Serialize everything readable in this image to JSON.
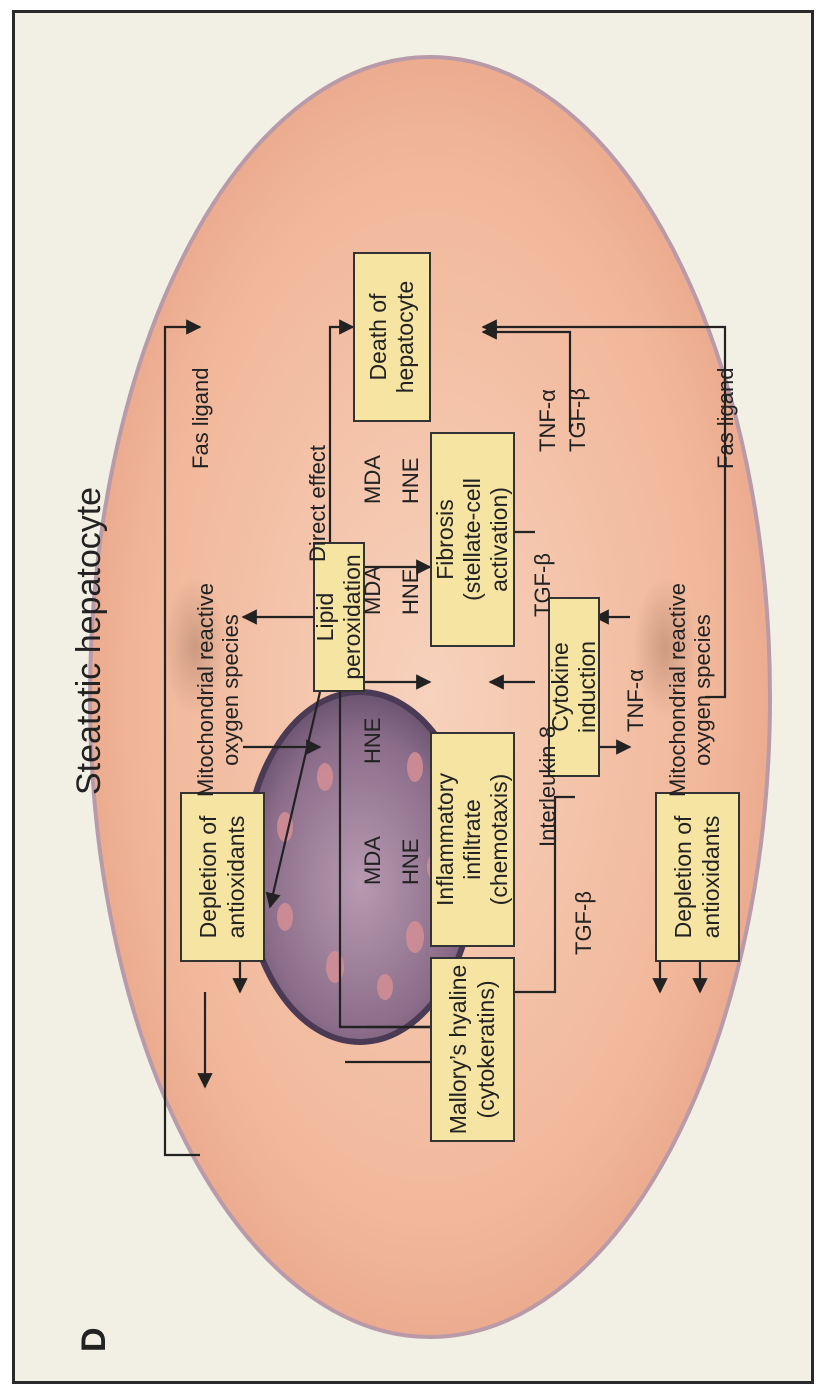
{
  "panel_label": "D",
  "title": "Steatotic hepatocyte",
  "boxes": {
    "depletion_top": [
      "Depletion of",
      "antioxidants"
    ],
    "lipid_peroxidation": "Lipid peroxidation",
    "death": [
      "Death of",
      "hepatocyte"
    ],
    "mallory": [
      "Mallory’s hyaline",
      "(cytokeratins)"
    ],
    "inflammatory": [
      "Inflammatory infiltrate",
      "(chemotaxis)"
    ],
    "fibrosis": [
      "Fibrosis",
      "(stellate-cell activation)"
    ],
    "cytokine": "Cytokine induction",
    "depletion_bottom": [
      "Depletion of",
      "antioxidants"
    ]
  },
  "labels": {
    "mito_top": [
      "Mitochondrial reactive",
      "oxygen species"
    ],
    "mito_bottom": [
      "Mitochondrial reactive",
      "oxygen species"
    ],
    "fas_top": "Fas ligand",
    "fas_bottom": "Fas ligand",
    "direct_effect": "Direct effect",
    "mda_nucleus": "MDA",
    "hne_nucleus": "HNE",
    "hne_lipid": "HNE",
    "mda_1": "MDA",
    "hne_1": "HNE",
    "mda_2": "MDA",
    "hne_2": "HNE",
    "interleukin": "Interleukin-8",
    "tgf_mallory": "TGF-β",
    "tgf_fibrosis": "TGF-β",
    "tnf_mito": "TNF-α",
    "tnf_death": "TNF-α",
    "tgf_death": "TGF-β"
  },
  "colors": {
    "background": "#f2f0e4",
    "box_fill": "#f6e4a2",
    "cell_fill": "#f3c4a8",
    "nucleus_fill": "#8e6f8c",
    "line": "#222222"
  }
}
